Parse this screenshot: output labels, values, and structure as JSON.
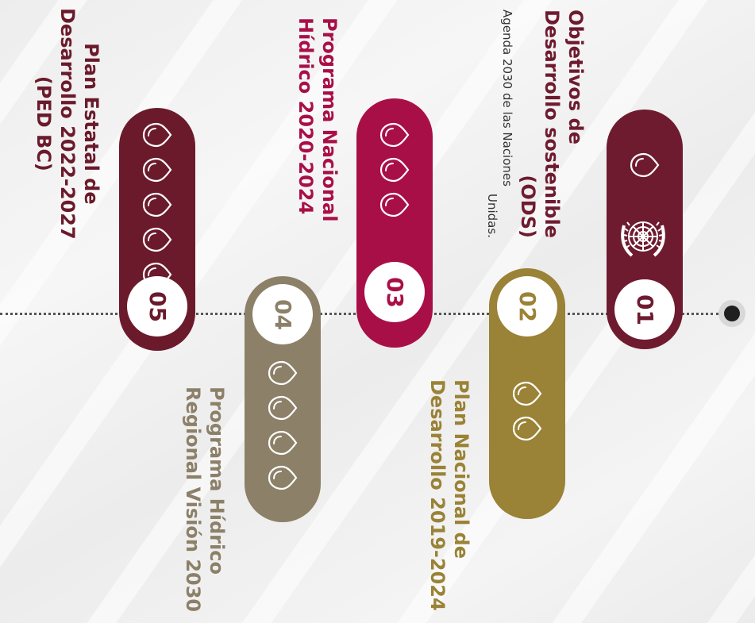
{
  "colors": {
    "item_01": "#6e1b30",
    "item_02": "#9a8236",
    "item_03": "#a90f47",
    "item_04": "#8c8068",
    "item_05": "#6b1a2b"
  },
  "items": [
    {
      "number": "01",
      "title_lines": [
        "Objetivos de",
        "Desarrollo sostenible",
        "(ODS)"
      ],
      "subtitle_lines": [
        "Agenda 2030 de las Naciones",
        "Unidas."
      ],
      "drops": 1,
      "icon": "un-emblem-icon"
    },
    {
      "number": "02",
      "title_lines": [
        "Plan Nacional de",
        "Desarrollo 2019-2024"
      ],
      "drops": 2
    },
    {
      "number": "03",
      "title_lines": [
        "Programa Nacional",
        "Hídrico 2020-2024"
      ],
      "drops": 3
    },
    {
      "number": "04",
      "title_lines": [
        "Programa Hídrico",
        "Regional Visión 2030"
      ],
      "drops": 4
    },
    {
      "number": "05",
      "title_lines": [
        "Plan Estatal de",
        "Desarrollo 2022-2027",
        "(PED BC)"
      ],
      "drops": 5
    }
  ]
}
